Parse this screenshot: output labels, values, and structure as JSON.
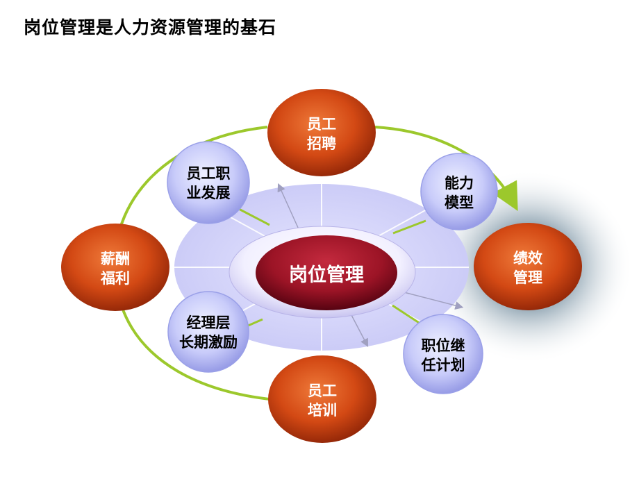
{
  "title": "岗位管理是人力资源管理的基石",
  "center": {
    "label": "岗位管理"
  },
  "orange_nodes": {
    "recruit": {
      "lines": [
        "员工",
        "招聘"
      ]
    },
    "perf": {
      "lines": [
        "绩效",
        "管理"
      ]
    },
    "training": {
      "lines": [
        "员工",
        "培训"
      ]
    },
    "comp": {
      "lines": [
        "薪酬",
        "福利"
      ]
    }
  },
  "blue_nodes": {
    "career": {
      "lines": [
        "员工职",
        "业发展"
      ]
    },
    "competency": {
      "lines": [
        "能力",
        "模型"
      ]
    },
    "succession": {
      "lines": [
        "职位继",
        "任计划"
      ]
    },
    "incentive": {
      "lines": [
        "经理层",
        "长期激励"
      ]
    }
  },
  "colors": {
    "orange_core": "#e0561c",
    "orange_edge": "#8a2206",
    "blue_core": "#d8dcff",
    "blue_edge": "#9398e6",
    "center_core": "#a81a2e",
    "center_edge": "#5a0412",
    "ring_green": "#9cc82c",
    "disc_lavender": "#d3d3fb"
  }
}
